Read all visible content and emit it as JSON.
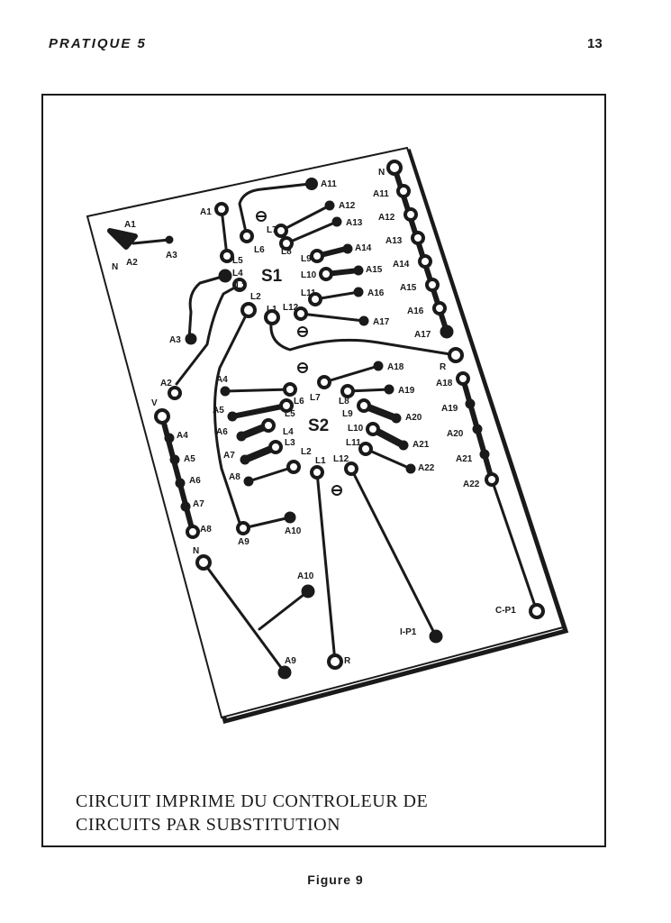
{
  "header": {
    "title": "PRATIQUE 5",
    "page_number": "13"
  },
  "figure": {
    "switch_labels": [
      "S1",
      "S2"
    ],
    "pad_labels": {
      "a1": "A1",
      "n_top": "N",
      "a2_top": "A2",
      "a3_top": "A3",
      "a1_s1": "A1",
      "a11": "A11",
      "a12": "A12",
      "a13": "A13",
      "a14": "A14",
      "a15": "A15",
      "a16": "A16",
      "a17": "A17",
      "l1": "L1",
      "l2": "L2",
      "l3": "L3",
      "l4": "L4",
      "l5": "L5",
      "l6": "L6",
      "l7": "L7",
      "l8": "L8",
      "l9": "L9",
      "l10": "L10",
      "l11": "L11",
      "l12": "L12",
      "rn": "N",
      "r11": "A11",
      "r12": "A12",
      "r13": "A13",
      "r14": "A14",
      "r15": "A15",
      "r16": "A16",
      "r17": "A17",
      "r_r": "R",
      "a3_left": "A3",
      "a2_left": "A2",
      "v": "V",
      "v4": "A4",
      "v5": "A5",
      "v6": "A6",
      "v7": "A7",
      "v8": "A8",
      "s2_a4": "A4",
      "s2_a5": "A5",
      "s2_a6": "A6",
      "s2_a7": "A7",
      "s2_a8": "A8",
      "s2_l1": "L1",
      "s2_l2": "L2",
      "s2_l3": "L3",
      "s2_l4": "L4",
      "s2_l5": "L5",
      "s2_l6": "L6",
      "s2_l7": "L7",
      "s2_l8": "L8",
      "s2_l9": "L9",
      "s2_l10": "L10",
      "s2_l11": "L11",
      "s2_l12": "L12",
      "a18": "A18",
      "a19": "A19",
      "a20": "A20",
      "a21": "A21",
      "a22": "A22",
      "rr18": "A18",
      "rr19": "A19",
      "rr20": "A20",
      "rr21": "A21",
      "rr22": "A22",
      "a9": "A9",
      "a10": "A10",
      "n_bottom": "N",
      "a10_b": "A10",
      "a9_b": "A9",
      "r_bottom": "R",
      "ip1": "I-P1",
      "cp1": "C-P1"
    }
  },
  "caption": {
    "line1": "CIRCUIT IMPRIME DU CONTROLEUR DE",
    "line2": "CIRCUITS PAR SUBSTITUTION"
  },
  "figure_label": "Figure 9"
}
